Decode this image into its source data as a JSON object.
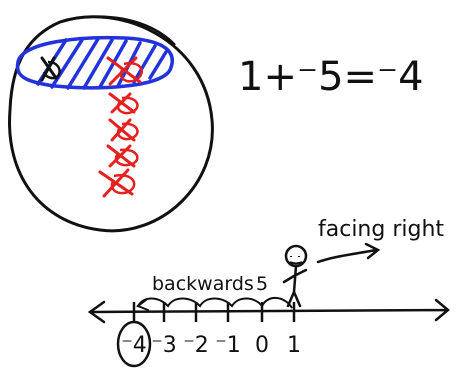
{
  "equation": "1+⁻5=⁻4",
  "labels": {
    "facing": "facing right",
    "backwards": "backwards",
    "five": "5"
  },
  "number_line": {
    "ticks": [
      {
        "label": "⁻4",
        "value": -4
      },
      {
        "label": "⁻3",
        "value": -3
      },
      {
        "label": "⁻2",
        "value": -2
      },
      {
        "label": "⁻1",
        "value": -1
      },
      {
        "label": "0",
        "value": 0
      },
      {
        "label": "1",
        "value": 1
      }
    ],
    "circled_value": -4
  },
  "counters": {
    "positive_count": 1,
    "negative_count": 5
  },
  "colors": {
    "ink": "#111111",
    "blue": "#2233dd",
    "red": "#e61f1f"
  }
}
